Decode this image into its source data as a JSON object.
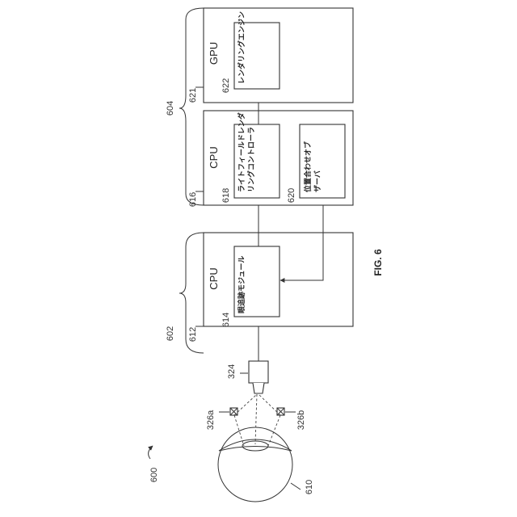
{
  "figure": {
    "number": "600",
    "caption": "FIG. 6"
  },
  "eye": {
    "ref": "610"
  },
  "illuminators": [
    {
      "ref": "326a"
    },
    {
      "ref": "326b"
    }
  ],
  "camera": {
    "ref": "324"
  },
  "left_system": {
    "ref": "602",
    "cpu": {
      "ref": "612",
      "title": "CPU",
      "module": {
        "ref": "614",
        "label": "眼追跡モジュール"
      }
    }
  },
  "right_system": {
    "ref": "604",
    "cpu": {
      "ref": "616",
      "title": "CPU",
      "controller": {
        "ref": "618",
        "label_line1": "ライトフィールドレンダ",
        "label_line2": "リングコントローラ"
      },
      "server": {
        "ref": "620",
        "label_line1": "位置合わせオブ",
        "label_line2": "ザーバ"
      }
    },
    "gpu": {
      "ref": "621",
      "title": "GPU",
      "engine": {
        "ref": "622",
        "label": "レンダリングエンジン"
      }
    }
  }
}
